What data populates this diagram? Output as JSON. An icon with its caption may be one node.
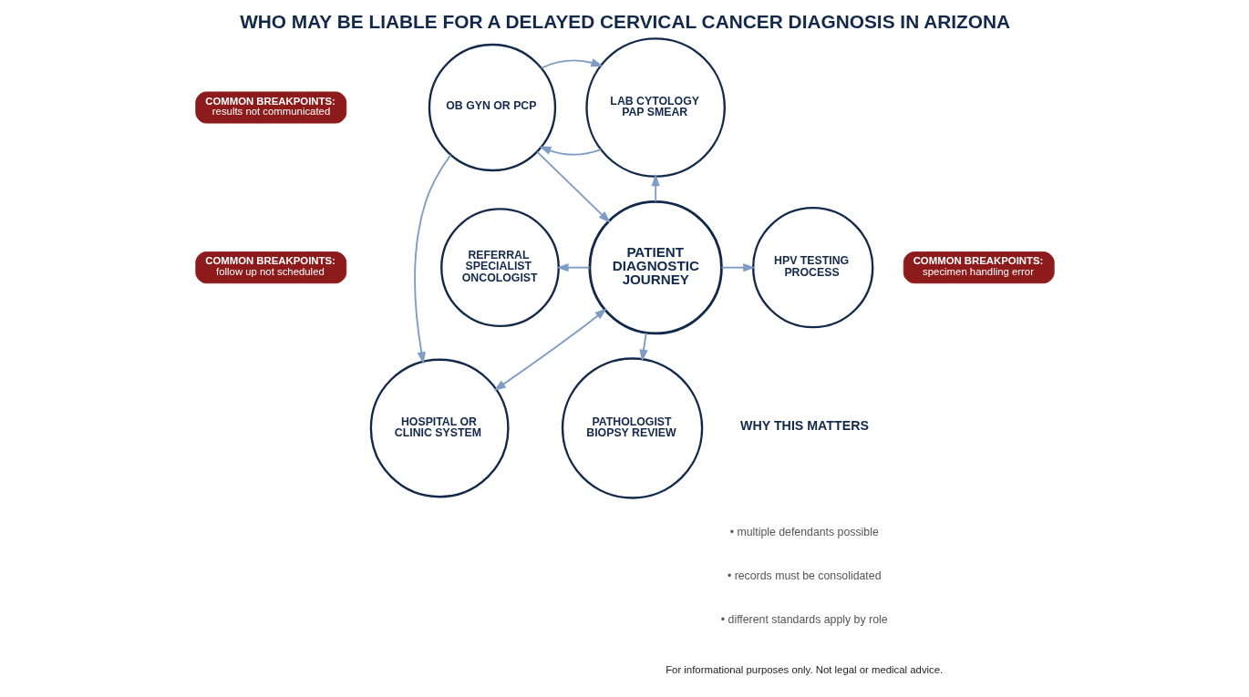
{
  "diagram": {
    "title": "WHO MAY BE LIABLE FOR A DELAYED CERVICAL CANCER DIAGNOSIS IN ARIZONA",
    "nodes": [
      {
        "text": [
          "COMMON BREAKPOINTS:",
          "results not communicated"
        ]
      },
      {
        "text": [
          "OB GYN OR PCP"
        ]
      },
      {
        "text": [
          "LAB CYTOLOGY PAP SMEAR"
        ]
      },
      {
        "text": [
          "COMMON BREAKPOINTS:",
          "follow up not scheduled"
        ]
      },
      {
        "text": [
          "COMMON BREAKPOINTS:",
          "specimen handling error"
        ]
      },
      {
        "text": [
          "REFERRAL SPECIALIST ONCOLOGIST"
        ]
      },
      {
        "text": [
          "PATIENT DIAGNOSTIC JOURNEY"
        ]
      },
      {
        "text": [
          "HPV TESTING PROCESS"
        ]
      },
      {
        "text": [
          "HOSPITAL OR CLINIC SYSTEM"
        ]
      },
      {
        "text": [
          "PATHOLOGIST BIOPSY REVIEW"
        ]
      }
    ],
    "edges": [
      {
        "from": 2,
        "to": 1,
        "arrow": "to"
      },
      {
        "from": 1,
        "to": 2,
        "arrow": "to"
      },
      {
        "from": 1,
        "to": 6,
        "arrow": "to"
      },
      {
        "from": 1,
        "to": 8,
        "arrow": "to"
      },
      {
        "from": 6,
        "to": 5,
        "arrow": "to"
      },
      {
        "from": 6,
        "to": 2,
        "arrow": "to"
      },
      {
        "from": 6,
        "to": 7,
        "arrow": "to"
      },
      {
        "from": 6,
        "to": 8,
        "arrow": "both"
      },
      {
        "from": 6,
        "to": 9,
        "arrow": "to"
      }
    ],
    "labels": [
      "WHY THIS MATTERS",
      "• multiple defendants possible",
      "• records must be consolidated",
      "• different standards apply by role",
      "For informational purposes only. Not legal or medical advice."
    ]
  }
}
